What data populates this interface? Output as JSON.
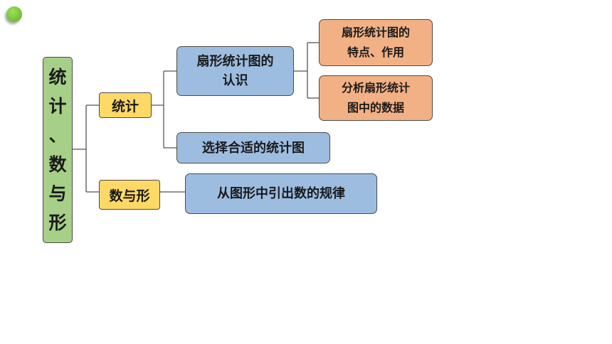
{
  "colors": {
    "root": "#a6cf88",
    "level1": "#ffd966",
    "level2": "#9dbde0",
    "level3": "#f2b085",
    "accent_dot": "#6fbf2e"
  },
  "root": {
    "chars": [
      "统",
      "计",
      "、",
      "数",
      "与",
      "形"
    ]
  },
  "branch_stats": {
    "label": "统计",
    "pie_chart": {
      "line1": "扇形统计图的",
      "line2": "认识",
      "features": {
        "line1": "扇形统计图的",
        "line2": "特点、作用"
      },
      "analyze": {
        "line1": "分析扇形统计",
        "line2": "图中的数据"
      }
    },
    "choose": "选择合适的统计图"
  },
  "branch_shape": {
    "label": "数与形",
    "pattern": "从图形中引出数的规律"
  }
}
